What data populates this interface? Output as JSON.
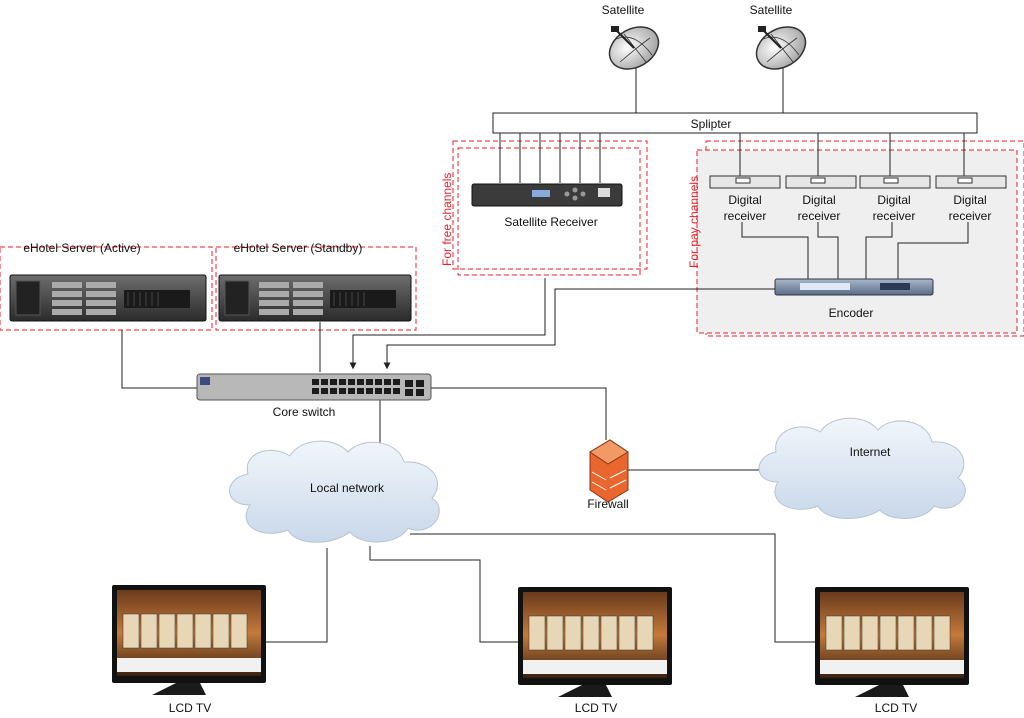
{
  "labels": {
    "satellite_left": "Satellite",
    "satellite_right": "Satellite",
    "splitter": "Splipter",
    "free_channels": "For free channels",
    "pay_channels": "For pay channels",
    "satellite_receiver": "Satellite Receiver",
    "digital_receivers": [
      "Digital receiver",
      "Digital receiver",
      "Digital receiver",
      "Digital receiver"
    ],
    "encoder": "Encoder",
    "server_active": "eHotel Server (Active)",
    "server_standby": "eHotel Server (Standby)",
    "core_switch": "Core switch",
    "local_network": "Local network",
    "firewall": "Firewall",
    "internet": "Internet",
    "tvs": [
      "LCD TV",
      "LCD TV",
      "LCD TV"
    ]
  },
  "colors": {
    "dashed_border": "#e8222a",
    "wire": "#222222",
    "cloud_fill": "#dbe6f2",
    "pay_zone_fill": "#efefef",
    "firewall": "#e9672e"
  }
}
